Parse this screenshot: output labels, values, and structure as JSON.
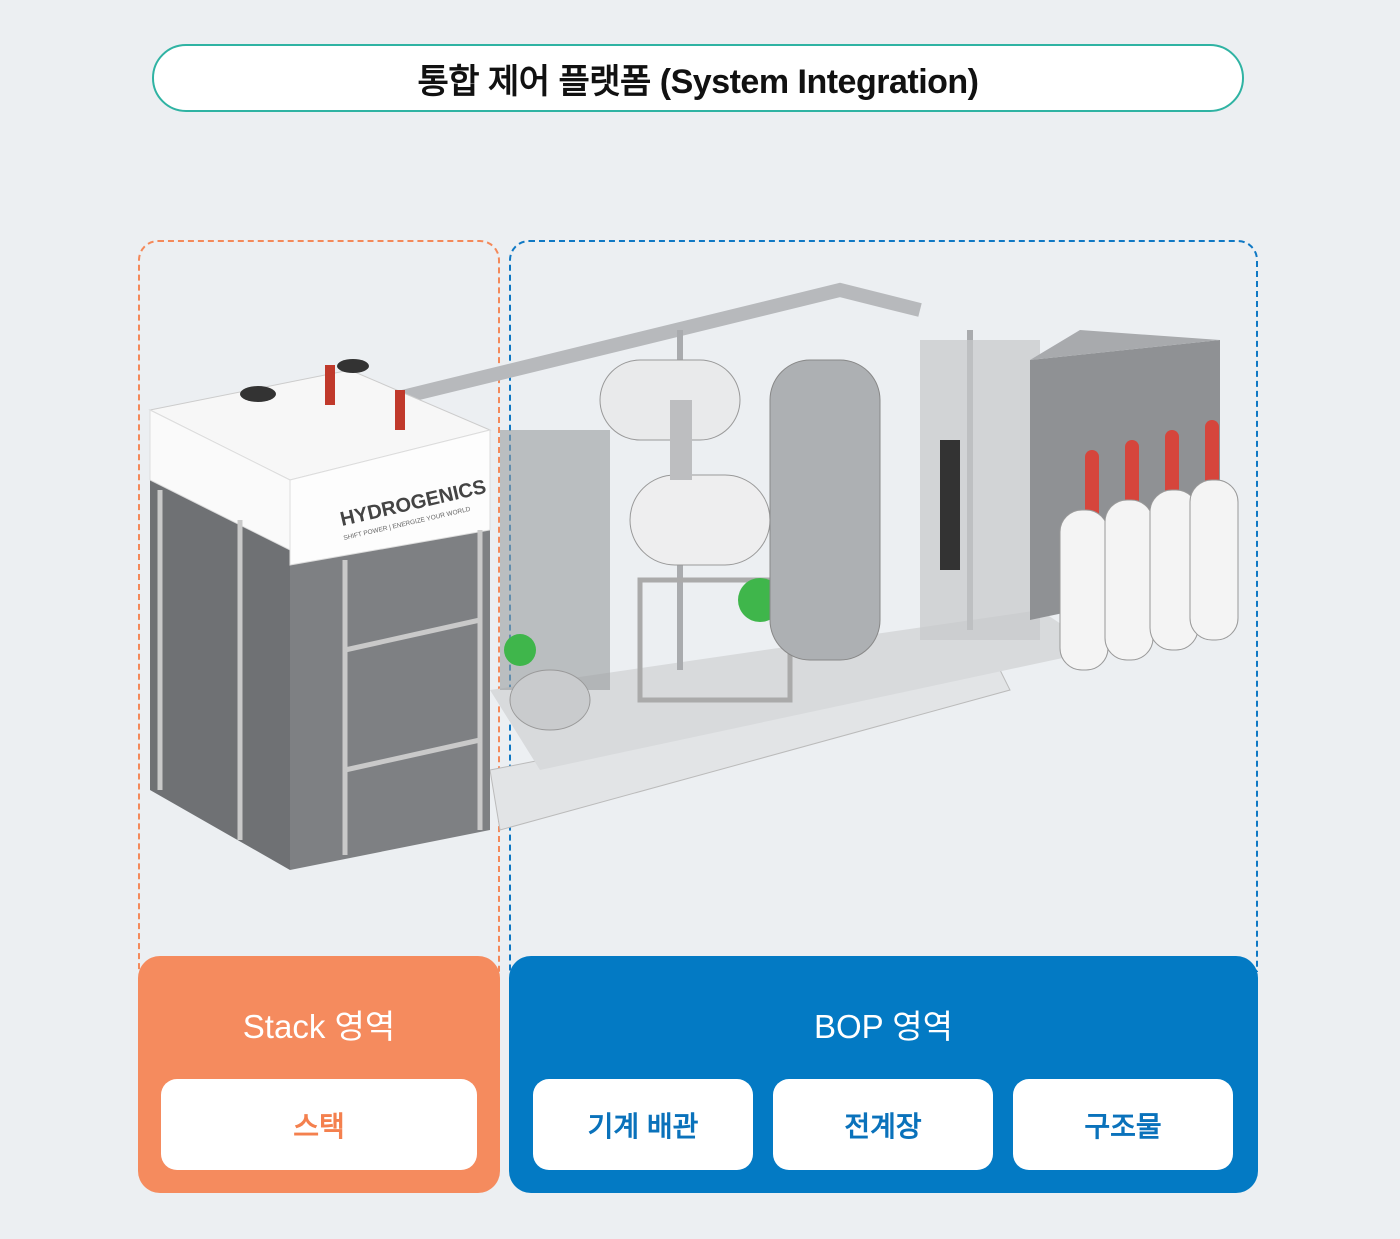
{
  "header": {
    "title": "통합 제어 플랫폼 (System Integration)"
  },
  "illustration": {
    "brand_logo": "HYDROGENICS",
    "brand_tagline": "SHIFT POWER | ENERGIZE YOUR WORLD"
  },
  "sections": {
    "stack": {
      "title": "Stack 영역",
      "items": [
        {
          "label": "스택"
        }
      ],
      "color": "#f58b5e"
    },
    "bop": {
      "title": "BOP 영역",
      "items": [
        {
          "label": "기계 배관"
        },
        {
          "label": "전계장"
        },
        {
          "label": "구조물"
        }
      ],
      "color": "#037ac4"
    }
  },
  "colors": {
    "title_border": "#2fb3a3",
    "background": "#eceff2"
  }
}
